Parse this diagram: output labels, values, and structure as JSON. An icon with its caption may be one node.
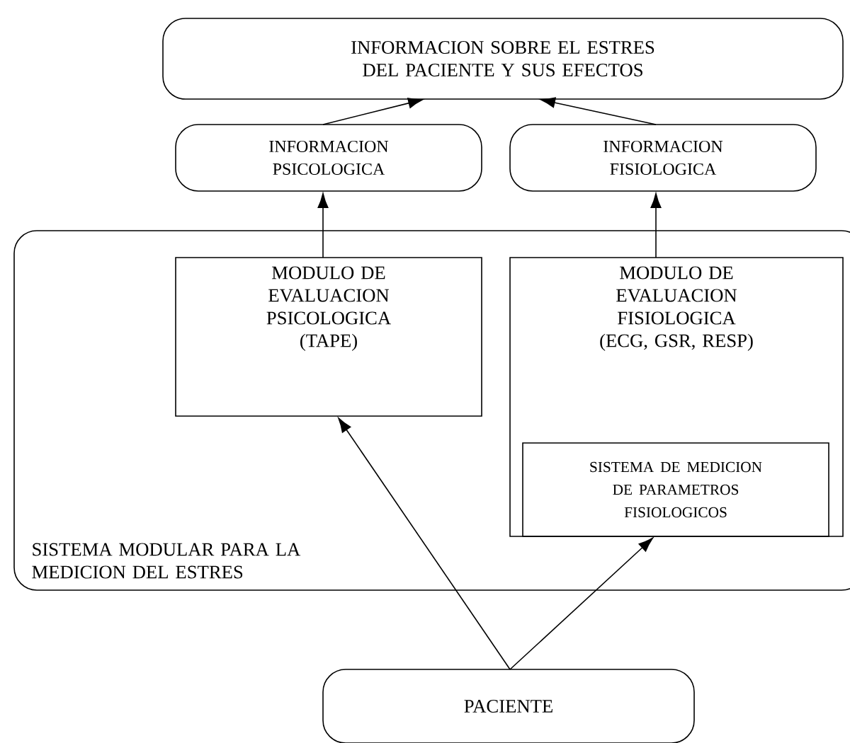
{
  "diagram": {
    "nodes": [
      {
        "text": [
          "INFORMACION SOBRE EL ESTRES DEL PACIENTE Y SUS EFECTOS"
        ]
      },
      {
        "text": [
          "INFORMACION PSICOLOGICA"
        ]
      },
      {
        "text": [
          "INFORMACION FISIOLOGICA"
        ]
      },
      {
        "text": [
          "SISTEMA MODULAR PARA LA MEDICION DEL ESTRES"
        ]
      },
      {
        "text": [
          "MODULO DE EVALUACION PSICOLOGICA (TAPE)"
        ],
        "in": 3
      },
      {
        "text": [
          "MODULO DE EVALUACION FISIOLOGICA (ECG, GSR, RESP)"
        ],
        "in": 3
      },
      {
        "text": [
          "SISTEMA DE MEDICION DE PARAMETROS FISIOLOGICOS"
        ],
        "in": 5
      },
      {
        "text": [
          "PACIENTE"
        ]
      }
    ],
    "edges": [
      {
        "from": 1,
        "to": 0,
        "arrow": "to"
      },
      {
        "from": 2,
        "to": 0,
        "arrow": "to"
      },
      {
        "from": 4,
        "to": 1,
        "arrow": "to"
      },
      {
        "from": 5,
        "to": 2,
        "arrow": "to"
      },
      {
        "from": 7,
        "to": 4,
        "arrow": "to"
      },
      {
        "from": 7,
        "to": 6,
        "arrow": "to"
      }
    ]
  }
}
